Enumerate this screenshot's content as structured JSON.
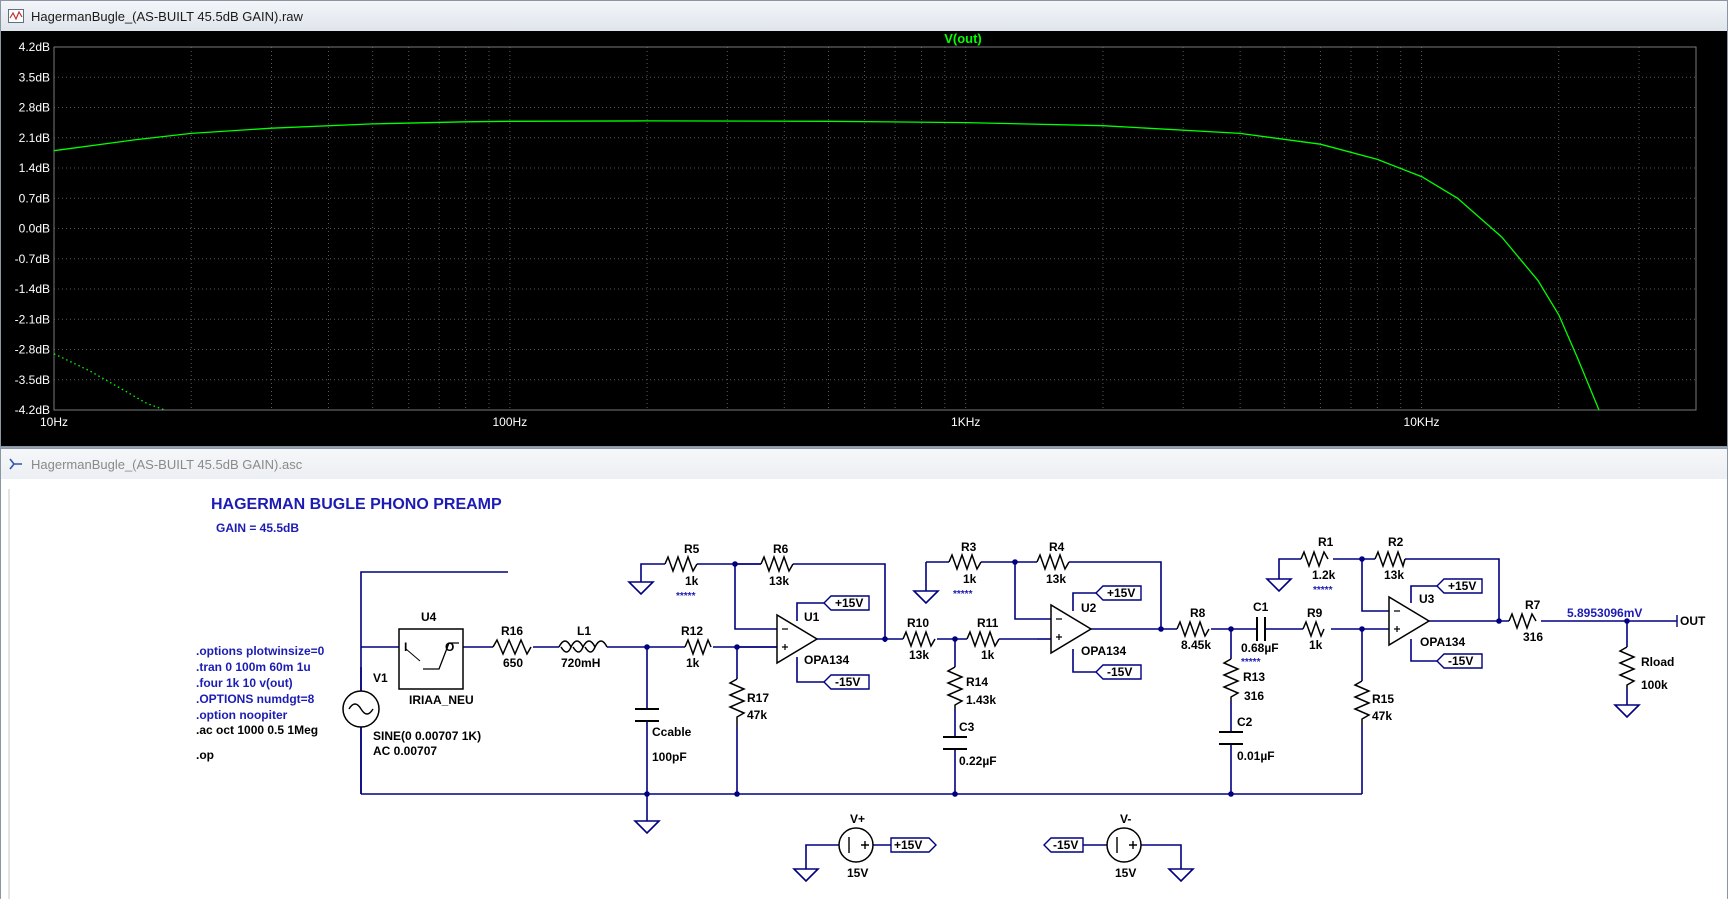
{
  "plot_window": {
    "title": "HagermanBugle_(AS-BUILT 45.5dB GAIN).raw",
    "trace_label": "V(out)"
  },
  "chart_data": {
    "type": "line",
    "title": "V(out)",
    "xlabel": "",
    "ylabel": "",
    "x_scale": "log",
    "xlim": [
      10,
      40000
    ],
    "ylim": [
      -4.2,
      4.2
    ],
    "x_ticks": [
      "10Hz",
      "100Hz",
      "1KHz",
      "10KHz"
    ],
    "x_tick_values": [
      10,
      100,
      1000,
      10000
    ],
    "y_ticks": [
      "4.2dB",
      "3.5dB",
      "2.8dB",
      "2.1dB",
      "1.4dB",
      "0.7dB",
      "0.0dB",
      "-0.7dB",
      "-1.4dB",
      "-2.1dB",
      "-2.8dB",
      "-3.5dB",
      "-4.2dB"
    ],
    "y_tick_values": [
      4.2,
      3.5,
      2.8,
      2.1,
      1.4,
      0.7,
      0.0,
      -0.7,
      -1.4,
      -2.1,
      -2.8,
      -3.5,
      -4.2
    ],
    "grid": true,
    "colors": {
      "background": "#000000",
      "trace": "#00ff00",
      "grid": "#5a5a5a",
      "axis_text": "#ffffff"
    },
    "series": [
      {
        "name": "V(out)",
        "style": "solid",
        "x": [
          10,
          15,
          20,
          30,
          50,
          80,
          100,
          200,
          500,
          1000,
          2000,
          4000,
          6000,
          8000,
          10000,
          12000,
          15000,
          18000,
          20000,
          22000,
          24500
        ],
        "y": [
          1.8,
          2.05,
          2.2,
          2.32,
          2.42,
          2.47,
          2.48,
          2.49,
          2.48,
          2.45,
          2.38,
          2.2,
          1.95,
          1.6,
          1.2,
          0.7,
          -0.2,
          -1.2,
          -2.0,
          -3.0,
          -4.2
        ]
      },
      {
        "name": "",
        "style": "dotted",
        "x": [
          10,
          12,
          14,
          16,
          17.5
        ],
        "y": [
          -2.9,
          -3.3,
          -3.7,
          -4.05,
          -4.2
        ]
      }
    ]
  },
  "schematic_window": {
    "title": "HagermanBugle_(AS-BUILT 45.5dB GAIN).asc",
    "heading": "HAGERMAN BUGLE PHONO PREAMP",
    "gain": "GAIN = 45.5dB",
    "directives": [
      ".options plotwinsize=0",
      ".tran 0 100m 60m 1u",
      ".four 1k 10 v(out)",
      ".OPTIONS numdgt=8",
      ".option noopiter"
    ],
    "ac_directive": ".ac oct 1000 0.5 1Meg",
    "op_directive": ".op",
    "v1": {
      "name": "V1",
      "spec1": "SINE(0 0.00707 1K)",
      "spec2": "AC 0.00707"
    },
    "u4": {
      "name": "U4",
      "model": "IRIAA_NEU",
      "pin_in": "I",
      "pin_out": "O"
    },
    "components": {
      "r16": [
        "R16",
        "650"
      ],
      "l1": [
        "L1",
        "720mH"
      ],
      "ccable": [
        "Ccable",
        "100pF"
      ],
      "r12": [
        "R12",
        "1k"
      ],
      "r17": [
        "R17",
        "47k"
      ],
      "r5": [
        "R5",
        "1k"
      ],
      "r6": [
        "R6",
        "13k"
      ],
      "u1": [
        "U1",
        "OPA134"
      ],
      "r10": [
        "R10",
        "13k"
      ],
      "r11": [
        "R11",
        "1k"
      ],
      "r14": [
        "R14",
        "1.43k"
      ],
      "c3": [
        "C3",
        "0.22µF"
      ],
      "r3": [
        "R3",
        "1k"
      ],
      "r4": [
        "R4",
        "13k"
      ],
      "u2": [
        "U2",
        "OPA134"
      ],
      "r8": [
        "R8",
        "8.45k"
      ],
      "c1": [
        "C1",
        "0.68µF"
      ],
      "r13": [
        "R13",
        "316"
      ],
      "c2": [
        "C2",
        "0.01µF"
      ],
      "r9": [
        "R9",
        "1k"
      ],
      "r15": [
        "R15",
        "47k"
      ],
      "r1": [
        "R1",
        "1.2k"
      ],
      "r2": [
        "R2",
        "13k"
      ],
      "u3": [
        "U3",
        "OPA134"
      ],
      "r7": [
        "R7",
        "316"
      ],
      "rload": [
        "Rload",
        "100k"
      ]
    },
    "tol_mark": "*****",
    "pos15": "+15V",
    "neg15": "-15V",
    "out_value": "5.8953096mV",
    "out_label": "OUT",
    "vplus": {
      "name": "V+",
      "value": "15V"
    },
    "vminus": {
      "name": "V-",
      "value": "15V"
    },
    "colors": {
      "wire": "#000080",
      "label": "#1c1cb4",
      "heading": "#1c1cb4",
      "component": "#000000",
      "background": "#ffffff"
    }
  }
}
